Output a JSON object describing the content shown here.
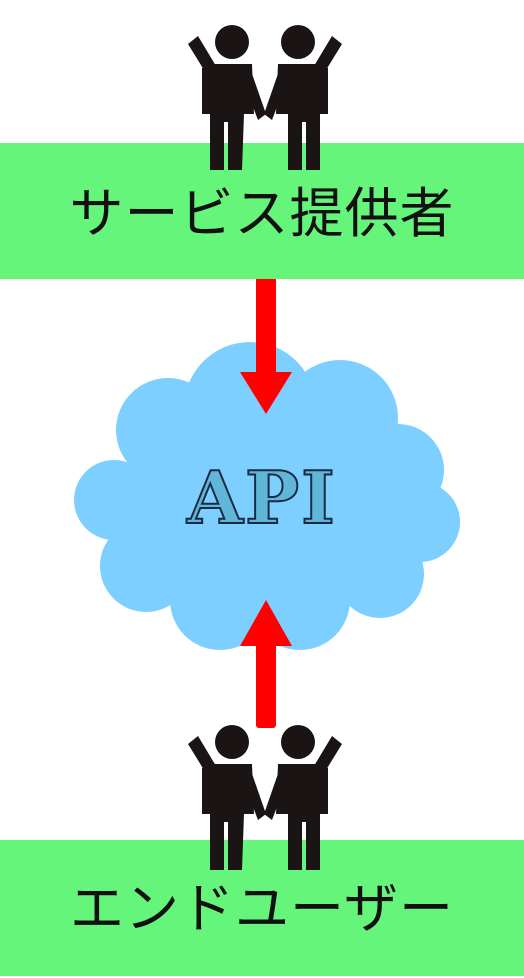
{
  "provider": {
    "label": "サービス提供者"
  },
  "api": {
    "label": "API"
  },
  "end_user": {
    "label": "エンドユーザー"
  },
  "colors": {
    "band": "#66f57b",
    "cloud": "#7dcfff",
    "arrow": "#ff0000",
    "figure": "#1b1414"
  }
}
